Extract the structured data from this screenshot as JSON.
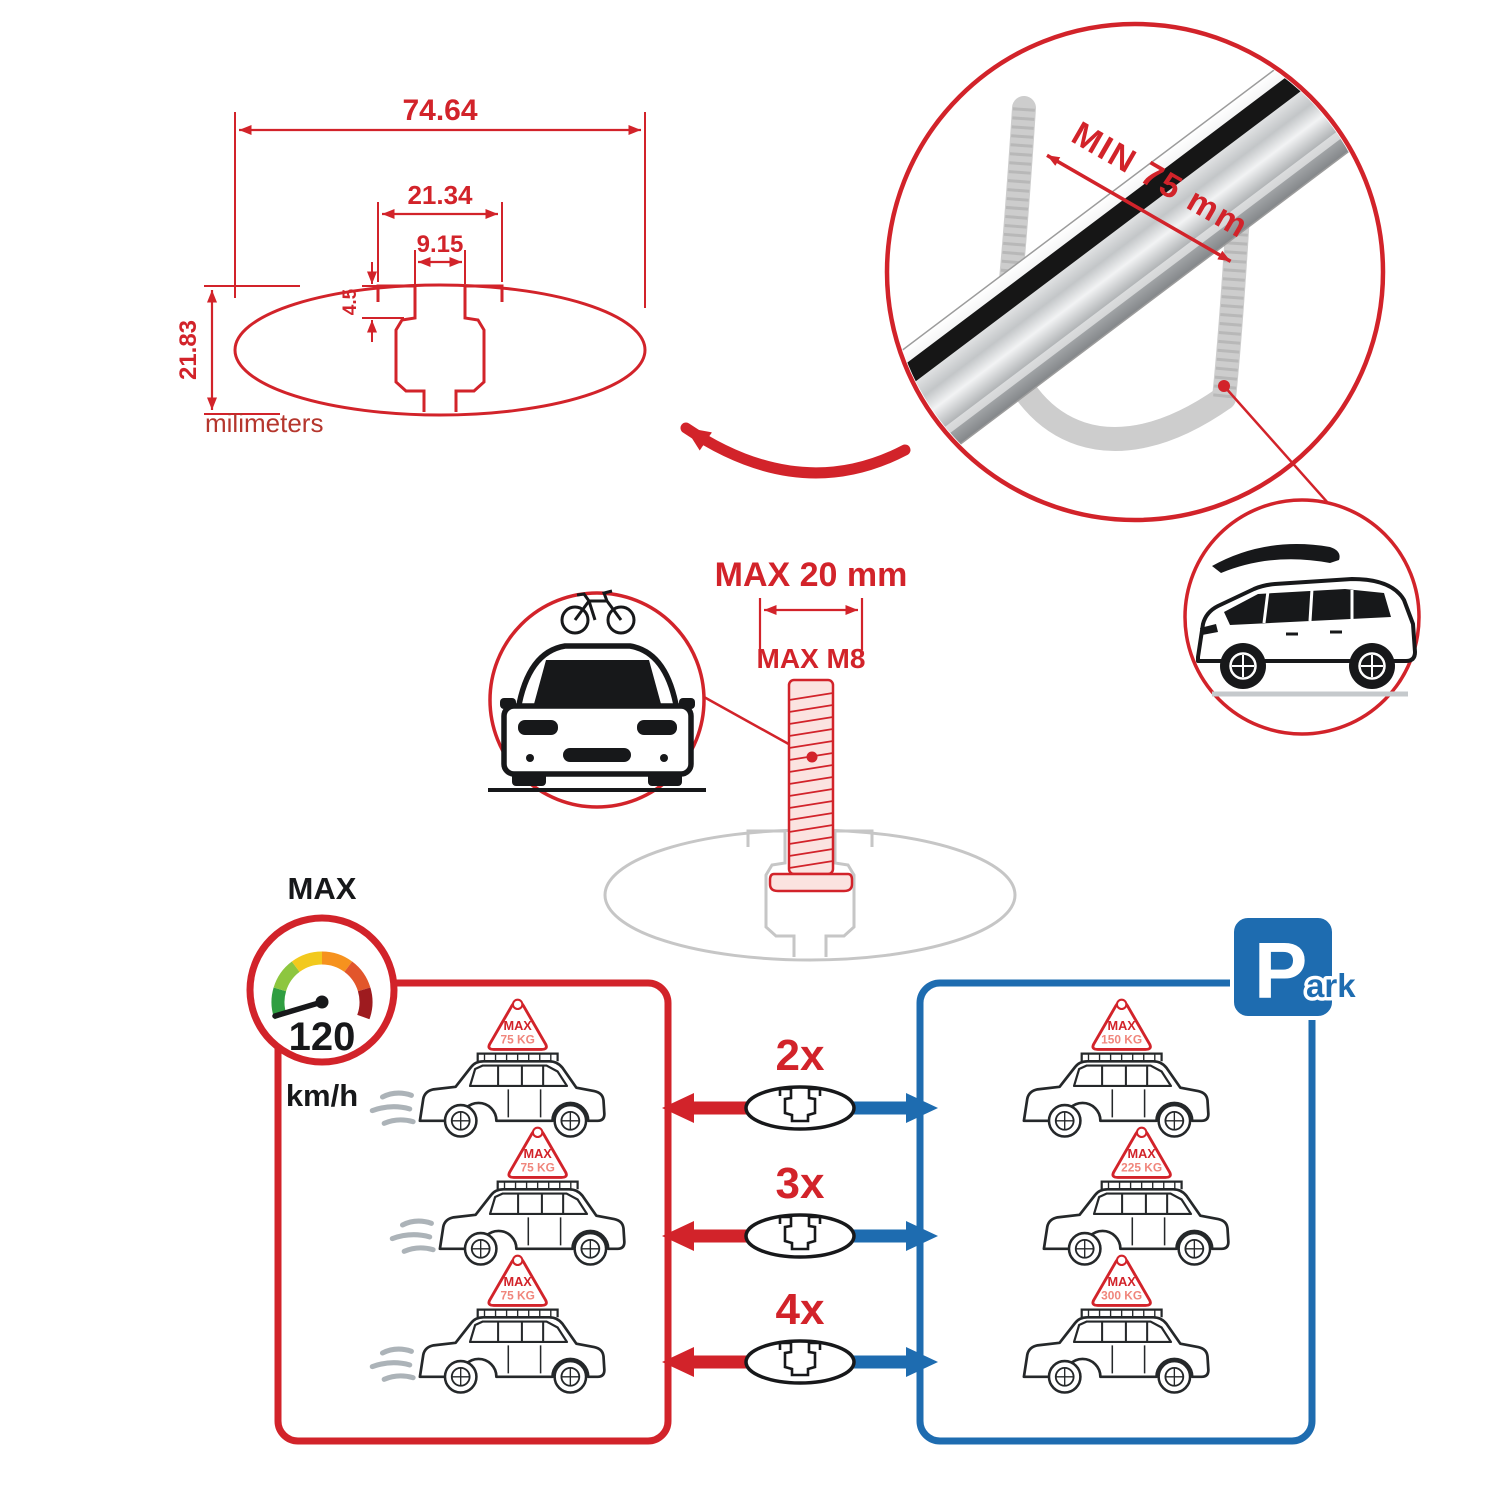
{
  "colors": {
    "accent_red": "#d2232a",
    "accent_blue": "#1e6cb0",
    "outline_black": "#25282a",
    "ghost_gray": "#c6c6c6",
    "bar_silver": "#c3c6c8"
  },
  "cross_section": {
    "total_width": "74.64",
    "slot_outer": "21.34",
    "slot_inner": "9.15",
    "lip_height": "4.5",
    "profile_height": "21.83",
    "units_label": "milimeters"
  },
  "bar_detail": {
    "min_span_label": "MIN 75 mm"
  },
  "bolt": {
    "max_width_label": "MAX 20 mm",
    "max_thread_label": "MAX M8"
  },
  "speed_limit": {
    "label": "MAX",
    "value": "120",
    "units": "km/h"
  },
  "quantities": [
    {
      "label": "2x"
    },
    {
      "label": "3x"
    },
    {
      "label": "4x"
    }
  ],
  "driving_zone": {
    "cars": [
      {
        "badge_title": "MAX",
        "badge_value": "75 KG"
      },
      {
        "badge_title": "MAX",
        "badge_value": "75 KG"
      },
      {
        "badge_title": "MAX",
        "badge_value": "75 KG"
      }
    ]
  },
  "parking_zone": {
    "sign_p": "P",
    "sign_suffix": "ark",
    "cars": [
      {
        "badge_title": "MAX",
        "badge_value": "150 KG"
      },
      {
        "badge_title": "MAX",
        "badge_value": "225 KG"
      },
      {
        "badge_title": "MAX",
        "badge_value": "300 KG"
      }
    ]
  }
}
